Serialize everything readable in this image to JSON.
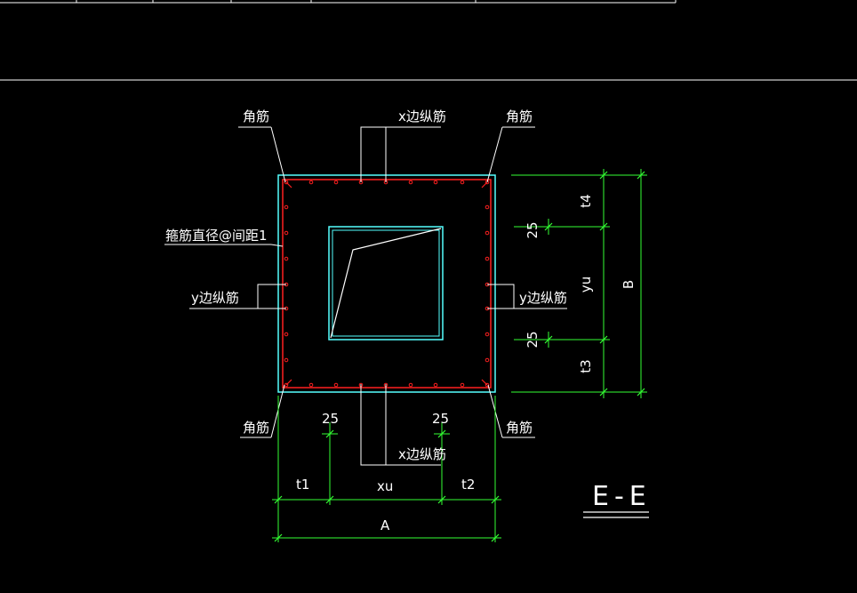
{
  "labels": {
    "corner_rebar": "角筋",
    "x_side_rebar": "x边纵筋",
    "y_side_rebar": "y边纵筋",
    "stirrup": "箍筋直径@间距1"
  },
  "dims": {
    "t1": "t1",
    "xu": "xu",
    "t2": "t2",
    "A": "A",
    "t4": "t4",
    "yu": "yu",
    "t3": "t3",
    "B": "B",
    "offset": "25"
  },
  "section_title": "E-E",
  "colors": {
    "background": "#000000",
    "outline": "#55ffff",
    "rebar": "#ff2020",
    "dimension": "#33ff33",
    "leader": "#ffffff"
  }
}
